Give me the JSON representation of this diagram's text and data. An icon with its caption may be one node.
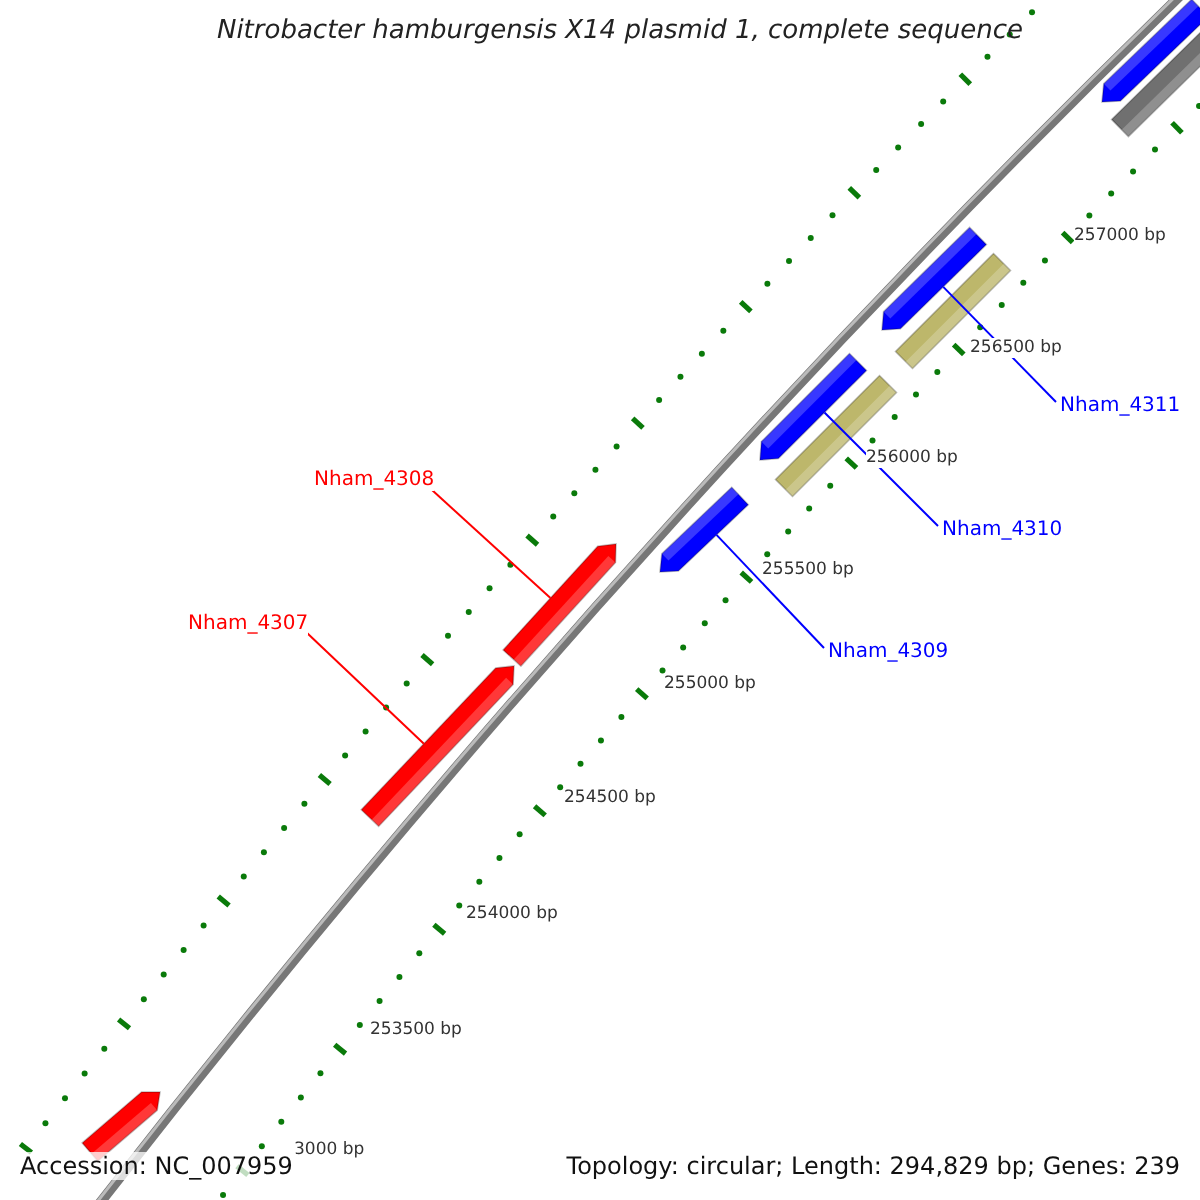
{
  "diagram": {
    "title": "Nitrobacter hamburgensis X14 plasmid 1, complete sequence",
    "nodes": [
      {
        "text": [
          "Nham_4308"
        ]
      },
      {
        "text": [
          "Nham_4307"
        ]
      },
      {
        "text": [
          "Nham_4309"
        ]
      },
      {
        "text": [
          "Nham_4310"
        ]
      },
      {
        "text": [
          "Nham_4311"
        ]
      },
      {
        "text": [],
        "shape": "arrow"
      },
      {
        "text": [],
        "shape": "arrow"
      },
      {
        "text": [],
        "shape": "arrow"
      },
      {
        "text": [],
        "shape": "arrow"
      },
      {
        "text": [],
        "shape": "arrow"
      },
      {
        "text": [],
        "shape": "bar"
      },
      {
        "text": [],
        "shape": "arrow"
      },
      {
        "text": [],
        "shape": "bar"
      },
      {
        "text": [],
        "shape": "arrow"
      },
      {
        "text": [],
        "shape": "bar"
      }
    ],
    "edges": [
      {
        "from": 0,
        "to": 7,
        "arrow": "none",
        "color": "#ff0000"
      },
      {
        "from": 1,
        "to": 6,
        "arrow": "none",
        "color": "#ff0000"
      },
      {
        "from": 2,
        "to": 8,
        "arrow": "none"
      },
      {
        "from": 3,
        "to": 9,
        "arrow": "none"
      },
      {
        "from": 4,
        "to": 11,
        "arrow": "none"
      }
    ],
    "labels": [
      "257000 bp",
      "256500 bp",
      "256000 bp",
      "255500 bp",
      "255000 bp",
      "254500 bp",
      "254000 bp",
      "253500 bp",
      "3000 bp",
      "Accession: NC_007959",
      "Topology: circular; Length: 294,829 bp; Genes: 239"
    ]
  }
}
